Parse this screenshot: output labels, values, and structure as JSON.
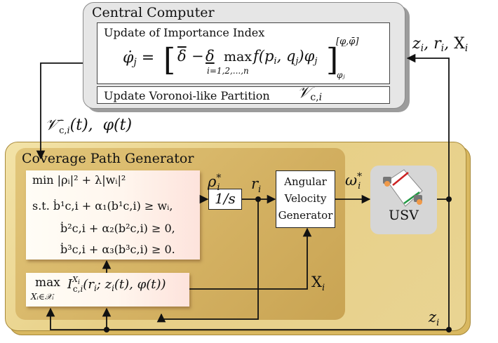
{
  "central": {
    "title": "Central Computer",
    "importance_label": "Update of Importance Index",
    "importance_eq": "φ̇ⱼ = [ δ̄ − δ̲ max_{i=1,2,…,n} f(pᵢ, qⱼ) φⱼ ]",
    "importance_eq_lhs": "φ̇",
    "importance_eq_body": "δ̄ − δ̲ max f(pᵢ, qⱼ)φⱼ",
    "importance_eq_sub": "i=1,2,...,n",
    "importance_bound_upper": "[φ̲,φ̄]",
    "importance_bound_lower": "φⱼ",
    "voronoi_label": "Update Voronoi-like Partition",
    "voronoi_symbol": "𝒱c,i"
  },
  "signals": {
    "feedback_top": "zᵢ, rᵢ, Xᵢ",
    "partition_out": "𝒱⁻c,i(t),  φ(t)",
    "rho_star": "ρᵢ*",
    "r_i": "rᵢ",
    "omega_star": "ωᵢ*",
    "X_i": "Xᵢ",
    "z_i_bottom": "zᵢ"
  },
  "generator": {
    "title": "Coverage Path Generator",
    "qp_min": "min  |ρᵢ|² + λ|wᵢ|²",
    "qp_st": "s.t.  ḃ¹c,i + α₁(b¹c,i) ≥ wᵢ,",
    "qp_c2": "ḃ²c,i + α₂(b²c,i) ≥ 0,",
    "qp_c3": "ḃ³c,i + α₃(b³c,i) ≥ 0.",
    "max_op": "max",
    "max_sub": "Xᵢ∈𝒳ᵢ",
    "max_expr": "I^Xᵢ c,i (rᵢ; zᵢ(t), φ(t))"
  },
  "blocks": {
    "integrator": "1/s",
    "angular_line1": "Angular",
    "angular_line2": "Velocity",
    "angular_line3": "Generator",
    "usv": "USV"
  },
  "colors": {
    "central_bg": "#e6e6e6",
    "gold_outer": "#e7cf86",
    "gold_inner": "#d8b563",
    "usv_bg": "#d6d6d6"
  }
}
